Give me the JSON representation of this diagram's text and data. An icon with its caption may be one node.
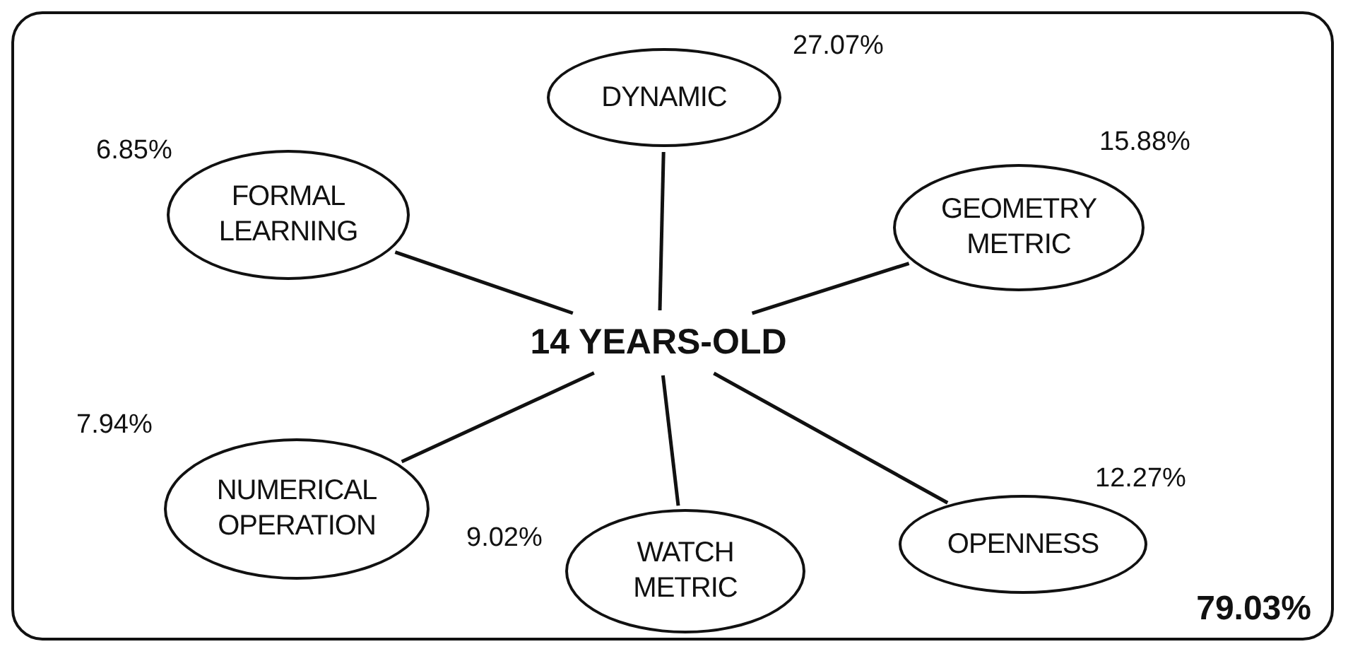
{
  "diagram": {
    "nodes": [
      {
        "text": [
          "79.03%"
        ]
      },
      {
        "text": [
          "DYNAMIC"
        ],
        "in": 0,
        "beside": [
          "27.07%"
        ]
      },
      {
        "text": [
          "FORMAL LEARNING"
        ],
        "in": 0,
        "beside": [
          "6.85%"
        ]
      },
      {
        "text": [
          "GEOMETRY METRIC"
        ],
        "in": 0,
        "beside": [
          "15.88%"
        ]
      },
      {
        "text": [
          "14 YEARS-OLD"
        ],
        "in": 0
      },
      {
        "text": [
          "NUMERICAL OPERATION"
        ],
        "in": 0,
        "beside": [
          "7.94%"
        ]
      },
      {
        "text": [
          "OPENNESS"
        ],
        "in": 0,
        "beside": [
          "12.27%"
        ]
      },
      {
        "text": [
          "WATCH METRIC"
        ],
        "in": 0,
        "beside": [
          "9.02%"
        ]
      }
    ],
    "edges": [
      {
        "from": 4,
        "to": 1,
        "arrow": "none"
      },
      {
        "from": 4,
        "to": 2,
        "arrow": "none"
      },
      {
        "from": 4,
        "to": 3,
        "arrow": "none"
      },
      {
        "from": 4,
        "to": 5,
        "arrow": "none"
      },
      {
        "from": 4,
        "to": 6,
        "arrow": "none"
      },
      {
        "from": 4,
        "to": 7,
        "arrow": "none"
      }
    ]
  }
}
